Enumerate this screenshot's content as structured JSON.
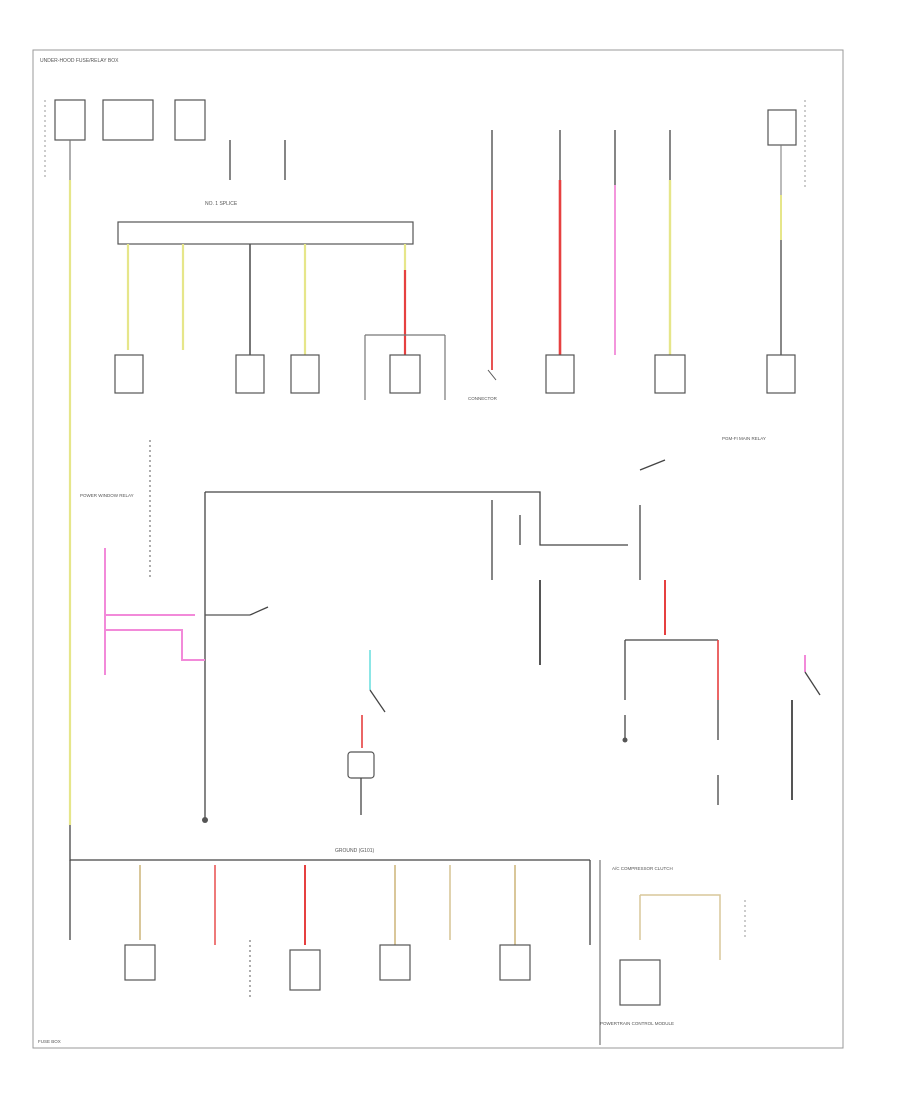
{
  "diagram": {
    "title": "POWER DISTRIBUTION WIRING DIAGRAM",
    "labels": {
      "header": "UNDER-HOOD FUSE/RELAY BOX",
      "cutout": "FUSE BOX",
      "top_block": "NO. 1 SPLICE",
      "multi": "CONNECTOR",
      "relay_pink": "POWER WINDOW RELAY",
      "relay_right": "PGM-FI MAIN RELAY",
      "bottom_bus": "GROUND (G101)",
      "bottom_right": "POWERTRAIN CONTROL MODULE",
      "bottom_tall": "A/C COMPRESSOR CLUTCH"
    },
    "colors": {
      "yellow": "#e6e68a",
      "red": "#e64040",
      "pink": "#f28ad9",
      "cyan": "#8ce6e6",
      "gray": "#666666",
      "tan": "#d9c79a"
    }
  }
}
